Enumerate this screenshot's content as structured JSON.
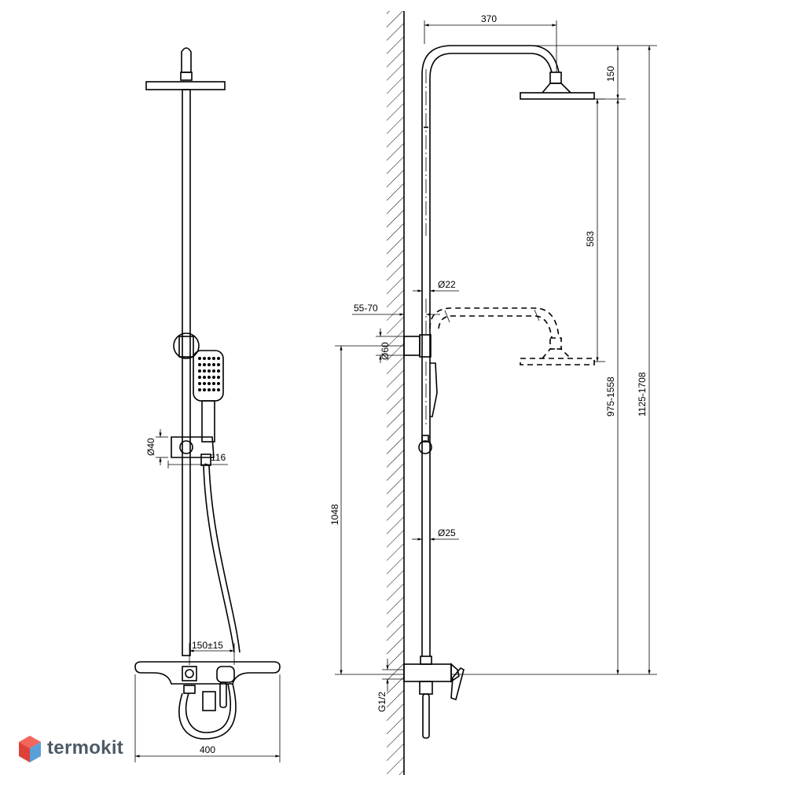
{
  "dimensions": {
    "front_view": {
      "holder_diameter": "Ø40",
      "holder_projection": "116",
      "inlet_spacing": "150±15",
      "mixer_width": "400"
    },
    "side_view": {
      "arm_reach": "370",
      "head_drop": "150",
      "head_travel": "583",
      "rail_diameter": "Ø22",
      "wall_offset": "55-70",
      "bracket_diameter": "Ø60",
      "pipe_diameter": "Ø25",
      "height_to_bracket": "1048",
      "head_height": "975-1558",
      "total_height": "1125-1708",
      "thread": "G1/2"
    }
  },
  "brand": {
    "name": "termokit",
    "colors": {
      "top": "#f2665b",
      "left": "#e0403a",
      "right": "#5aa0d8",
      "text": "#4d5a66"
    }
  }
}
